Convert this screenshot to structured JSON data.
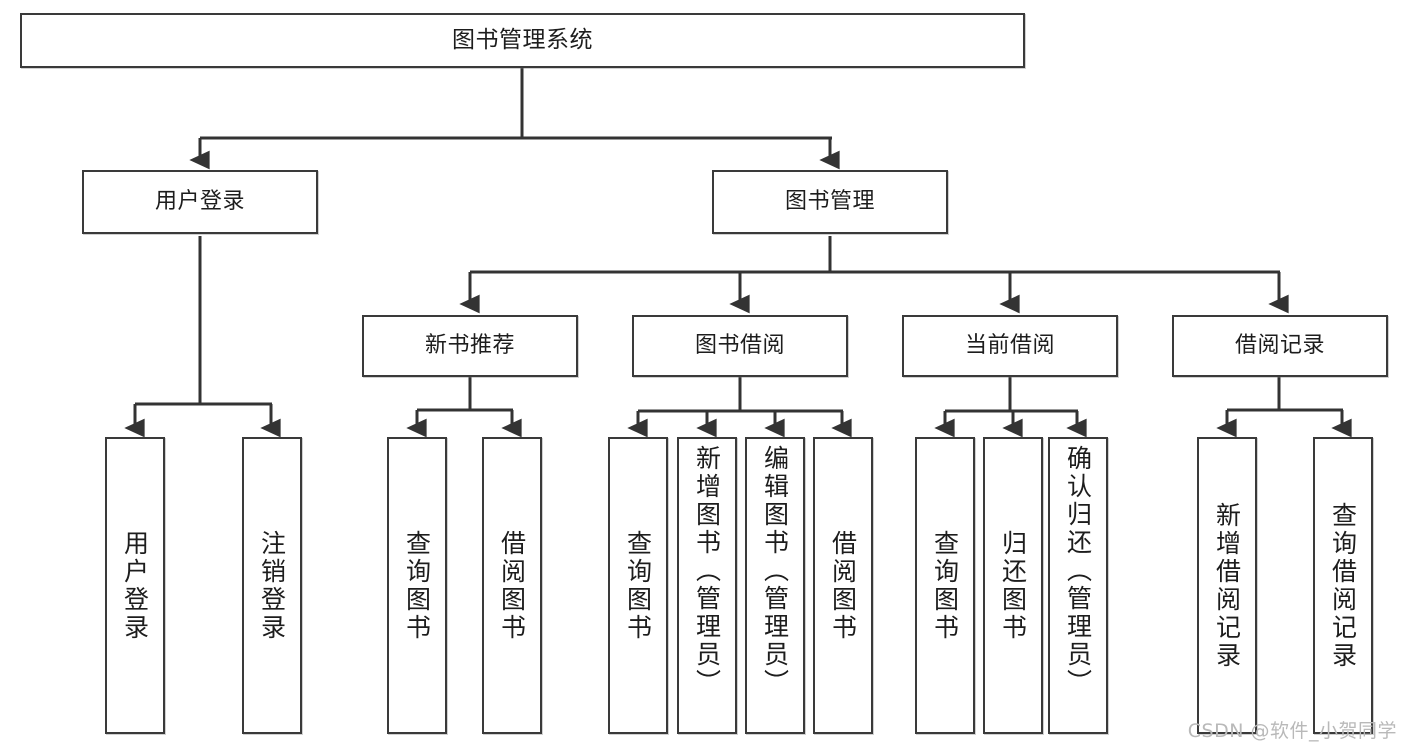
{
  "diagram": {
    "title": "图书管理系统",
    "type": "hierarchy-tree",
    "watermark": "CSDN @软件_小贺同学",
    "colors": {
      "border": "#3a3a3a",
      "background": "#ffffff",
      "text": "#1d1d1d",
      "connector": "#333333",
      "watermark": "#b9b9b9"
    },
    "nodes": {
      "root": {
        "label": "图书管理系统",
        "level": 1
      },
      "level2": [
        {
          "id": "user-login",
          "label": "用户登录"
        },
        {
          "id": "book-manage",
          "label": "图书管理"
        }
      ],
      "level3": [
        {
          "id": "new-book-recommend",
          "label": "新书推荐",
          "parent": "book-manage"
        },
        {
          "id": "book-borrow",
          "label": "图书借阅",
          "parent": "book-manage"
        },
        {
          "id": "current-borrow",
          "label": "当前借阅",
          "parent": "book-manage"
        },
        {
          "id": "borrow-record",
          "label": "借阅记录",
          "parent": "book-manage"
        }
      ],
      "leaves": [
        {
          "id": "leaf-user-login",
          "label": "用户登录",
          "parent": "user-login"
        },
        {
          "id": "leaf-logout-login",
          "label": "注销登录",
          "parent": "user-login"
        },
        {
          "id": "leaf-query-book-1",
          "label": "查询图书",
          "parent": "new-book-recommend"
        },
        {
          "id": "leaf-borrow-book-1",
          "label": "借阅图书",
          "parent": "new-book-recommend"
        },
        {
          "id": "leaf-query-book-2",
          "label": "查询图书",
          "parent": "book-borrow"
        },
        {
          "id": "leaf-add-book",
          "label": "新增图书（管理员）",
          "parent": "book-borrow"
        },
        {
          "id": "leaf-edit-book",
          "label": "编辑图书（管理员）",
          "parent": "book-borrow"
        },
        {
          "id": "leaf-borrow-book-2",
          "label": "借阅图书",
          "parent": "book-borrow"
        },
        {
          "id": "leaf-query-book-3",
          "label": "查询图书",
          "parent": "current-borrow"
        },
        {
          "id": "leaf-return-book",
          "label": "归还图书",
          "parent": "current-borrow"
        },
        {
          "id": "leaf-confirm-return",
          "label": "确认归还（管理员）",
          "parent": "current-borrow"
        },
        {
          "id": "leaf-add-record",
          "label": "新增借阅记录",
          "parent": "borrow-record"
        },
        {
          "id": "leaf-query-record",
          "label": "查询借阅记录",
          "parent": "borrow-record"
        }
      ]
    }
  }
}
